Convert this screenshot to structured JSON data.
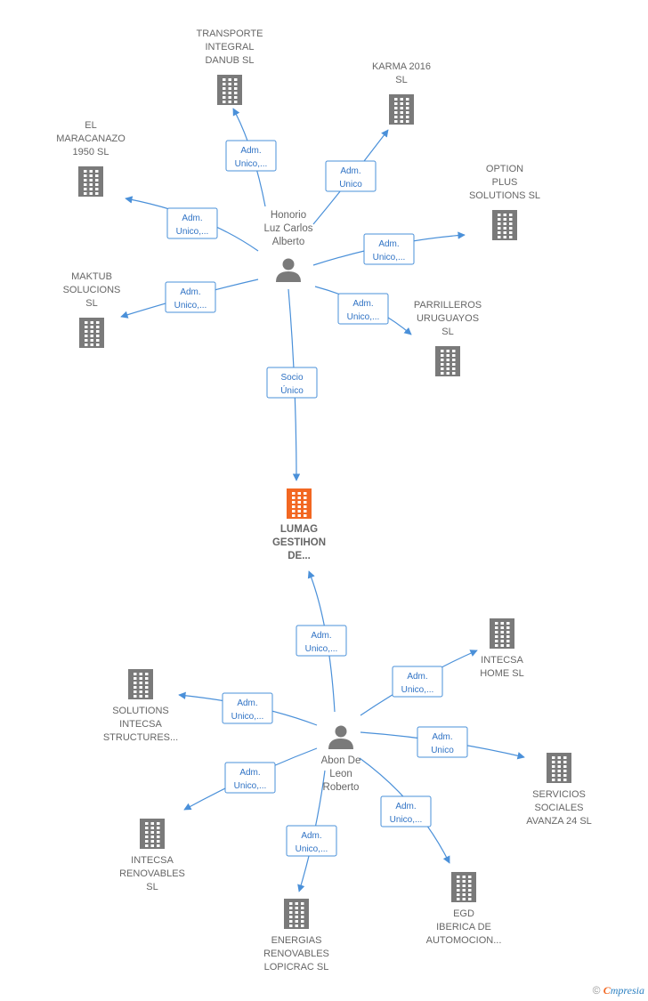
{
  "center": {
    "id": "lumag",
    "label_lines": [
      "LUMAG",
      "GESTIHON",
      "DE..."
    ],
    "color": "#f26722"
  },
  "persons": [
    {
      "id": "honorio",
      "label_lines": [
        "Honorio",
        "Luz Carlos",
        "Alberto"
      ]
    },
    {
      "id": "abon",
      "label_lines": [
        "Abon De",
        "Leon",
        "Roberto"
      ]
    }
  ],
  "companies": [
    {
      "id": "transporte",
      "label_lines": [
        "TRANSPORTE",
        "INTEGRAL",
        "DANUB  SL"
      ]
    },
    {
      "id": "karma",
      "label_lines": [
        "KARMA 2016",
        "SL"
      ]
    },
    {
      "id": "maracanazo",
      "label_lines": [
        "EL",
        "MARACANAZO",
        "1950  SL"
      ]
    },
    {
      "id": "option",
      "label_lines": [
        "OPTION",
        "PLUS",
        "SOLUTIONS  SL"
      ]
    },
    {
      "id": "maktub",
      "label_lines": [
        "MAKTUB",
        "SOLUCIONS",
        "SL"
      ]
    },
    {
      "id": "parrilleros",
      "label_lines": [
        "PARRILLEROS",
        "URUGUAYOS",
        "SL"
      ]
    },
    {
      "id": "intecsa_home",
      "label_lines": [
        "INTECSA",
        "HOME  SL"
      ]
    },
    {
      "id": "solutions_intecsa",
      "label_lines": [
        "SOLUTIONS",
        "INTECSA",
        "STRUCTURES..."
      ]
    },
    {
      "id": "servicios",
      "label_lines": [
        "SERVICIOS",
        "SOCIALES",
        "AVANZA 24 SL"
      ]
    },
    {
      "id": "intecsa_renov",
      "label_lines": [
        "INTECSA",
        "RENOVABLES",
        "SL"
      ]
    },
    {
      "id": "egd",
      "label_lines": [
        "EGD",
        "IBERICA DE",
        "AUTOMOCION..."
      ]
    },
    {
      "id": "energias",
      "label_lines": [
        "ENERGIAS",
        "RENOVABLES",
        "LOPICRAC  SL"
      ]
    }
  ],
  "edges": [
    {
      "from": "honorio",
      "to": "transporte",
      "label_lines": [
        "Adm.",
        "Unico,..."
      ]
    },
    {
      "from": "honorio",
      "to": "karma",
      "label_lines": [
        "Adm.",
        "Unico"
      ]
    },
    {
      "from": "honorio",
      "to": "maracanazo",
      "label_lines": [
        "Adm.",
        "Unico,..."
      ]
    },
    {
      "from": "honorio",
      "to": "option",
      "label_lines": [
        "Adm.",
        "Unico,..."
      ]
    },
    {
      "from": "honorio",
      "to": "maktub",
      "label_lines": [
        "Adm.",
        "Unico,..."
      ]
    },
    {
      "from": "honorio",
      "to": "parrilleros",
      "label_lines": [
        "Adm.",
        "Unico,..."
      ]
    },
    {
      "from": "honorio",
      "to": "lumag",
      "label_lines": [
        "Socio",
        "Único"
      ]
    },
    {
      "from": "abon",
      "to": "lumag",
      "label_lines": [
        "Adm.",
        "Unico,..."
      ]
    },
    {
      "from": "abon",
      "to": "intecsa_home",
      "label_lines": [
        "Adm.",
        "Unico,..."
      ]
    },
    {
      "from": "abon",
      "to": "solutions_intecsa",
      "label_lines": [
        "Adm.",
        "Unico,..."
      ]
    },
    {
      "from": "abon",
      "to": "servicios",
      "label_lines": [
        "Adm.",
        "Unico"
      ]
    },
    {
      "from": "abon",
      "to": "intecsa_renov",
      "label_lines": [
        "Adm.",
        "Unico,..."
      ]
    },
    {
      "from": "abon",
      "to": "egd",
      "label_lines": [
        "Adm.",
        "Unico,..."
      ]
    },
    {
      "from": "abon",
      "to": "energias",
      "label_lines": [
        "Adm.",
        "Unico,..."
      ]
    }
  ],
  "footer": {
    "copyright": "©",
    "brand_initial": "C",
    "brand_rest": "mpresia"
  },
  "colors": {
    "edge": "#4a90d9",
    "building": "#7a7a7a",
    "person": "#7a7a7a",
    "label": "#666666"
  }
}
